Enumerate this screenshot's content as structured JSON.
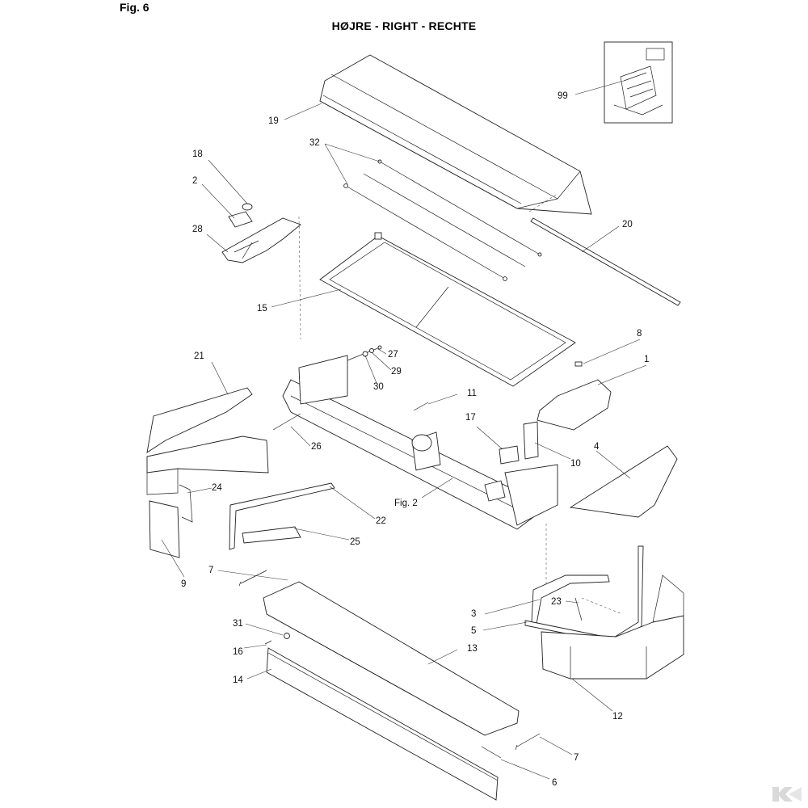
{
  "figure": {
    "label": "Fig. 6",
    "title": "HØJRE - RIGHT - RECHTE",
    "sub_reference": "Fig. 2"
  },
  "callouts": [
    "99",
    "19",
    "32",
    "18",
    "2",
    "28",
    "20",
    "15",
    "21",
    "8",
    "1",
    "27",
    "29",
    "30",
    "11",
    "17",
    "10",
    "4",
    "26",
    "24",
    "22",
    "25",
    "9",
    "7",
    "3",
    "23",
    "5",
    "31",
    "16",
    "13",
    "14",
    "12",
    "6"
  ],
  "logo_icon": "k-brand-logo-icon"
}
